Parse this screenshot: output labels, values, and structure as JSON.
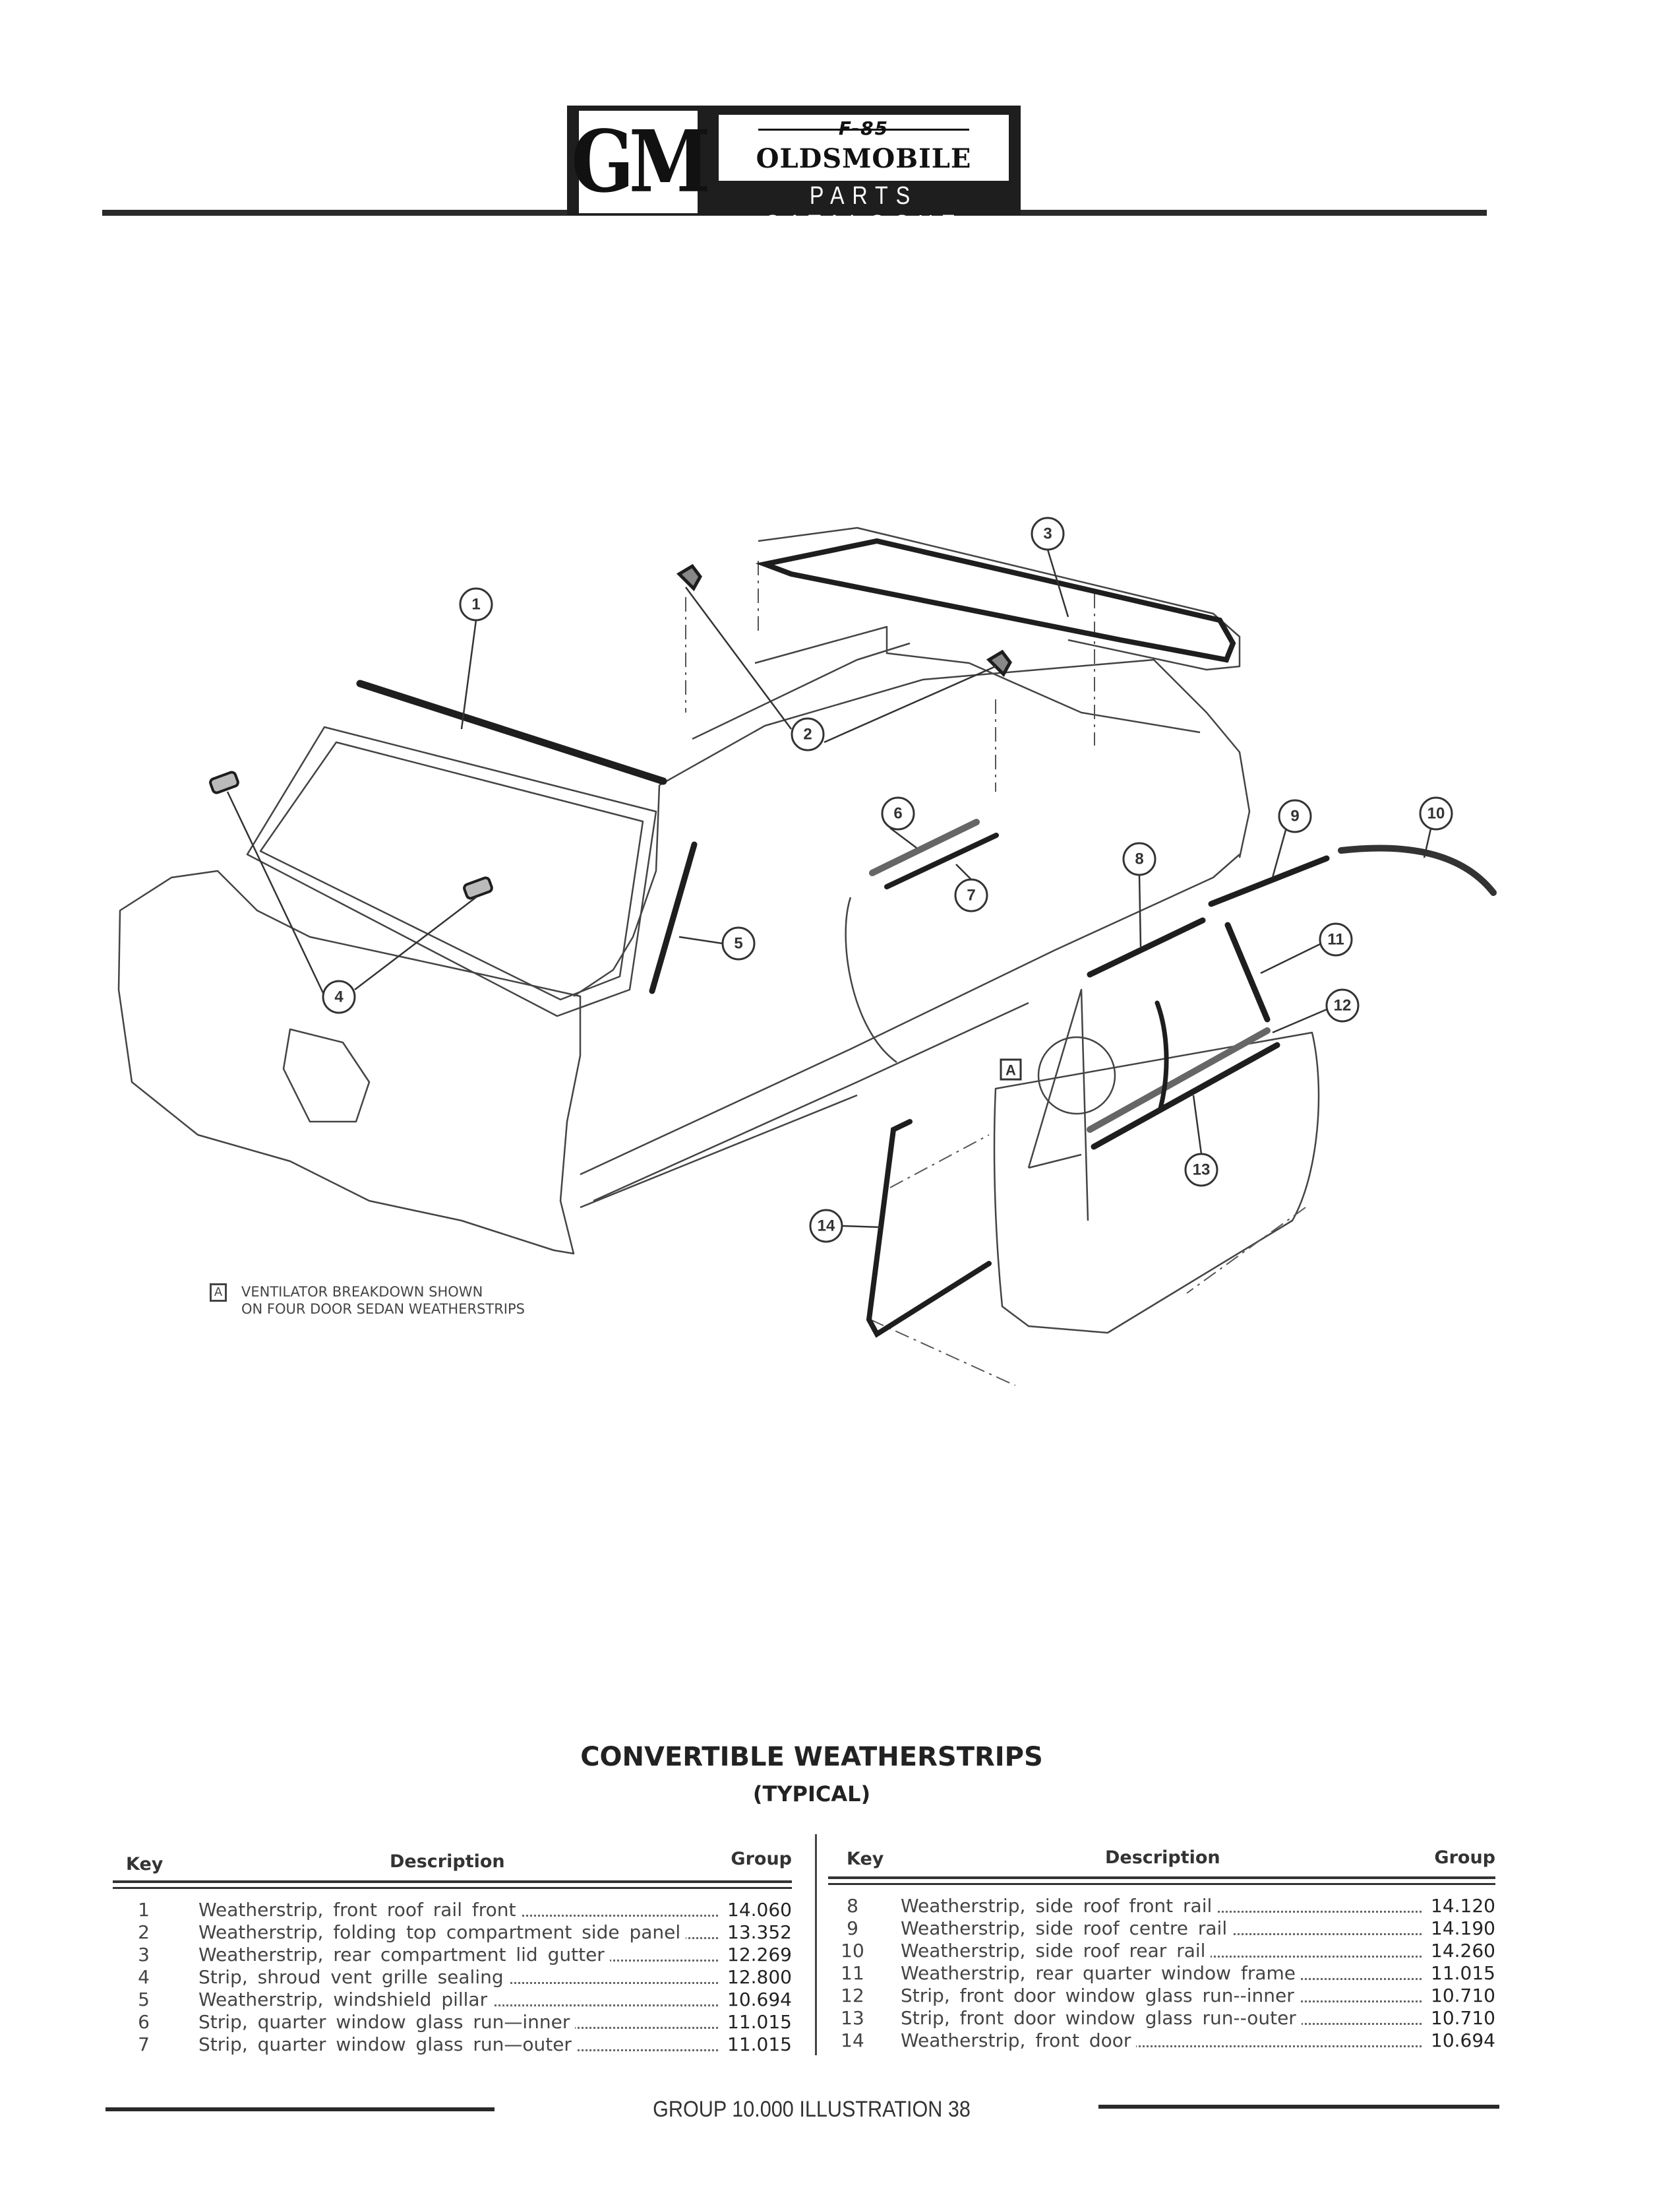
{
  "header": {
    "logo_gm": "GM",
    "logo_model": "F-85",
    "logo_brand": "OLDSMOBILE",
    "logo_subtitle": "PARTS CATALOGUE"
  },
  "diagram": {
    "callouts": [
      "1",
      "2",
      "3",
      "4",
      "5",
      "6",
      "7",
      "8",
      "9",
      "10",
      "11",
      "12",
      "13",
      "14"
    ],
    "detail_marker": "A"
  },
  "note": {
    "badge": "A",
    "line1": "VENTILATOR BREAKDOWN SHOWN",
    "line2": "ON FOUR DOOR SEDAN WEATHERSTRIPS"
  },
  "caption": {
    "title": "CONVERTIBLE WEATHERSTRIPS",
    "subtitle": "(TYPICAL)"
  },
  "table": {
    "headers": {
      "key": "Key",
      "description": "Description",
      "group": "Group"
    },
    "left": [
      {
        "key": "1",
        "description": "Weatherstrip, front roof rail front",
        "group": "14.060"
      },
      {
        "key": "2",
        "description": "Weatherstrip, folding top compartment side panel",
        "group": "13.352"
      },
      {
        "key": "3",
        "description": "Weatherstrip, rear compartment lid gutter",
        "group": "12.269"
      },
      {
        "key": "4",
        "description": "Strip, shroud vent grille sealing",
        "group": "12.800"
      },
      {
        "key": "5",
        "description": "Weatherstrip, windshield pillar",
        "group": "10.694"
      },
      {
        "key": "6",
        "description": "Strip, quarter window glass run—inner",
        "group": "11.015"
      },
      {
        "key": "7",
        "description": "Strip, quarter window glass run—outer",
        "group": "11.015"
      }
    ],
    "right": [
      {
        "key": "8",
        "description": "Weatherstrip, side roof front rail",
        "group": "14.120"
      },
      {
        "key": "9",
        "description": "Weatherstrip, side roof centre rail",
        "group": "14.190"
      },
      {
        "key": "10",
        "description": "Weatherstrip, side roof rear rail",
        "group": "14.260"
      },
      {
        "key": "11",
        "description": "Weatherstrip, rear quarter window frame",
        "group": "11.015"
      },
      {
        "key": "12",
        "description": "Strip, front door window glass run--inner",
        "group": "10.710"
      },
      {
        "key": "13",
        "description": "Strip, front door window glass run--outer",
        "group": "10.710"
      },
      {
        "key": "14",
        "description": "Weatherstrip, front door",
        "group": "10.694"
      }
    ]
  },
  "footer": {
    "text": "GROUP 10.000 ILLUSTRATION 38"
  }
}
